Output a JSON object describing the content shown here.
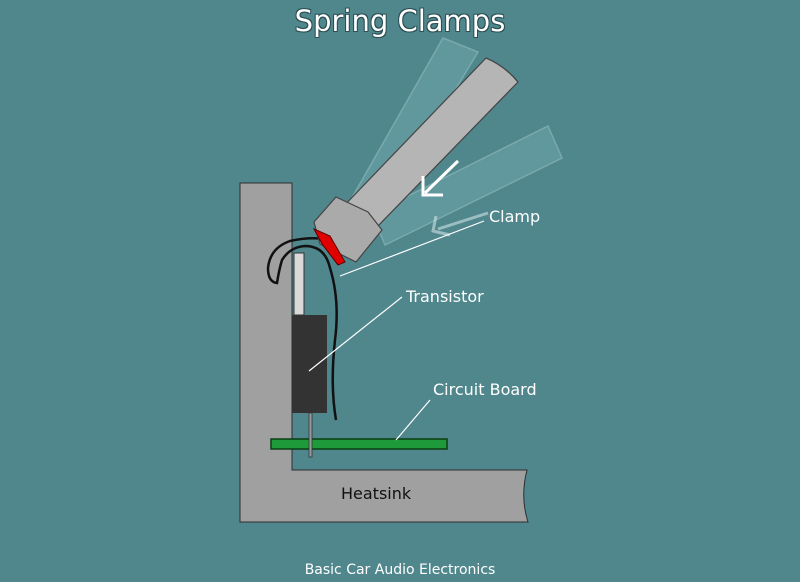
{
  "title": "Spring Clamps",
  "labels": {
    "clamp": "Clamp",
    "transistor": "Transistor",
    "circuit_board": "Circuit Board",
    "heatsink": "Heatsink"
  },
  "footer": "Basic Car Audio Electronics",
  "colors": {
    "background": "#4f878d",
    "heatsink": "#a0a0a0",
    "transistor": "#333333",
    "circuit_board": "#1e9a3a",
    "clamp_tip": "#e00000",
    "tool": "#b5b5b5",
    "ghost_tool": "#6fa7ab"
  },
  "icons": [
    "arrow-down-left-icon",
    "ghost-arrow-icon"
  ]
}
